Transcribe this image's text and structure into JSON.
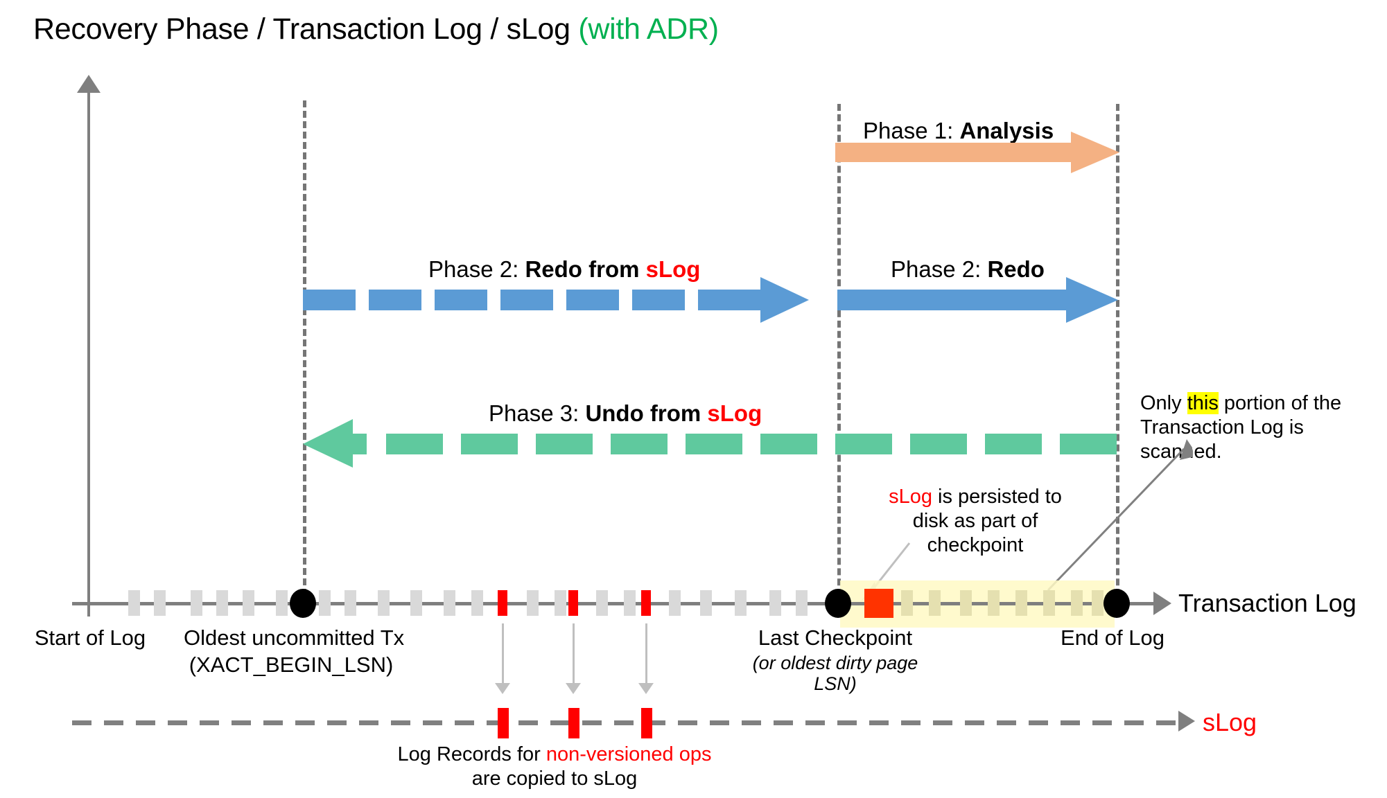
{
  "title": {
    "main": "Recovery Phase / Transaction Log / sLog ",
    "suffix": "(with ADR)"
  },
  "colors": {
    "analysis": "#F4B183",
    "redo": "#5B9BD5",
    "undo": "#5FC99E",
    "accent_red": "#FF0000",
    "adr_green": "#00B050",
    "highlight_yellow": "#FFFF00",
    "band_yellow": "#FFF9C4",
    "axis_gray": "#7F7F7F",
    "tick_gray": "#D9D9D9"
  },
  "phases": [
    {
      "prefix": "Phase 1: ",
      "bold": "Analysis",
      "red": "",
      "direction": "right",
      "style": "solid",
      "color": "#F4B183"
    },
    {
      "prefix": "Phase 2: ",
      "bold": "Redo from ",
      "red": "sLog",
      "direction": "right",
      "style": "dashed",
      "color": "#5B9BD5"
    },
    {
      "prefix": "Phase 2: ",
      "bold": "Redo",
      "red": "",
      "direction": "right",
      "style": "solid",
      "color": "#5B9BD5"
    },
    {
      "prefix": "Phase 3: ",
      "bold": "Undo from ",
      "red": "sLog",
      "direction": "left",
      "style": "dashed",
      "color": "#5FC99E"
    }
  ],
  "timeline": {
    "axis_label": "Transaction Log",
    "markers": [
      {
        "id": "start-of-log",
        "label": "Start of Log",
        "sub": ""
      },
      {
        "id": "oldest-uncommitted-tx",
        "label": "Oldest uncommitted Tx",
        "sub": "(XACT_BEGIN_LSN)"
      },
      {
        "id": "last-checkpoint",
        "label": "Last Checkpoint",
        "sub_line1": "(or oldest dirty page",
        "sub_line2": "LSN)"
      },
      {
        "id": "end-of-log",
        "label": "End of Log",
        "sub": ""
      }
    ]
  },
  "slog": {
    "axis_label": "sLog",
    "caption_line1_a": "Log Records for ",
    "caption_line1_red": "non-versioned ops",
    "caption_line2": "are copied to sLog"
  },
  "notes": {
    "checkpoint_note": {
      "red": "sLog",
      "line1_rest": " is persisted to",
      "line2": "disk as part of",
      "line3": "checkpoint"
    },
    "scan_note": {
      "line1_a": "Only ",
      "line1_hl": "this",
      "line1_b": " portion of the",
      "line2": "Transaction Log is scanned."
    }
  }
}
